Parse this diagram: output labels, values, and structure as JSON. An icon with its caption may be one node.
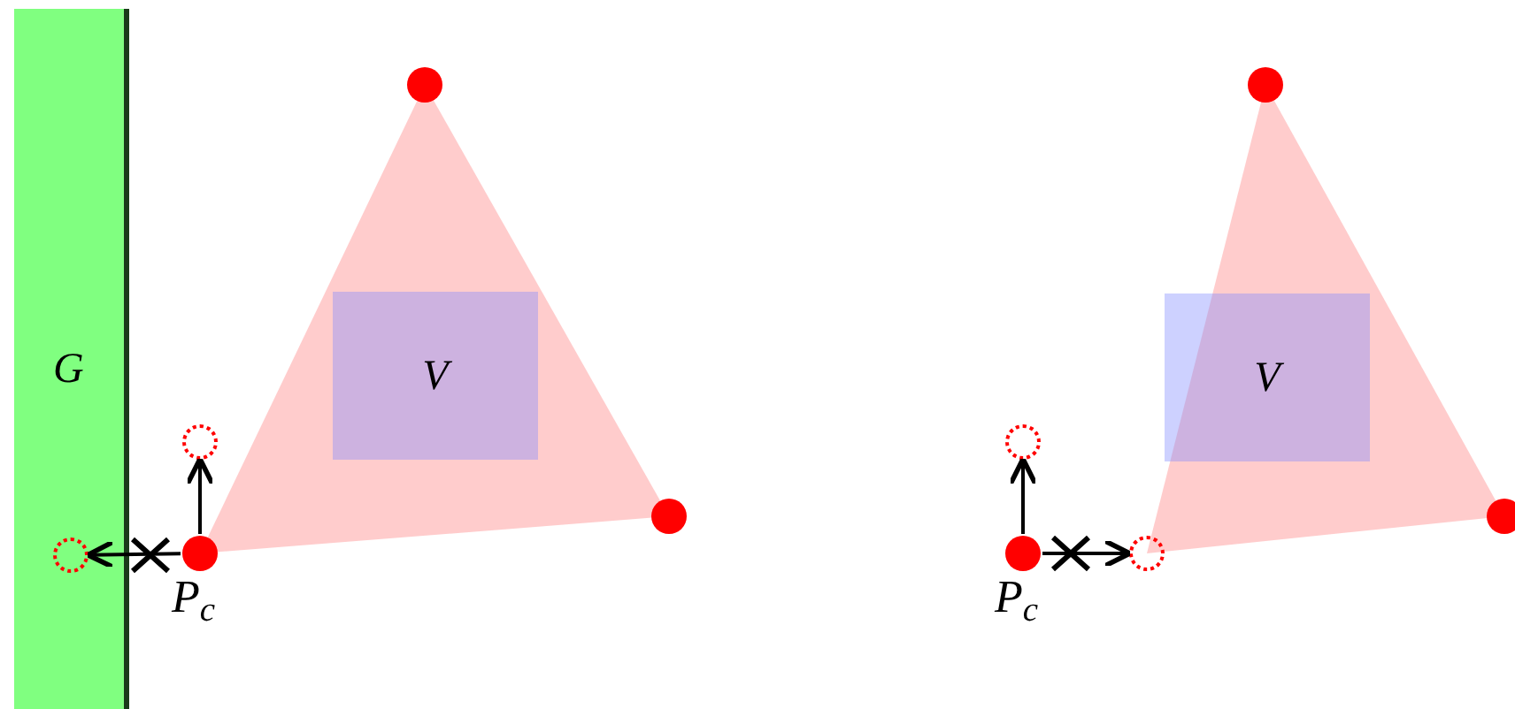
{
  "diagram": {
    "nodes": [
      {
        "text": [
          "G"
        ]
      },
      {
        "text": [
          "V"
        ]
      },
      {
        "text": [],
        "shape": "circle",
        "beside": [
          "P$_{c}$"
        ]
      },
      {
        "text": [],
        "shape": "circle"
      },
      {
        "text": [],
        "shape": "circle",
        "in": 0
      },
      {
        "text": [
          "V"
        ]
      },
      {
        "text": [],
        "shape": "circle",
        "beside": [
          "P$_{c}$"
        ]
      },
      {
        "text": [],
        "shape": "circle"
      },
      {
        "text": [],
        "shape": "circle"
      }
    ],
    "edges": [
      {
        "from": 2,
        "to": 3,
        "arrow": "to"
      },
      {
        "from": 2,
        "to": 4,
        "arrow": "to"
      },
      {
        "from": 6,
        "to": 7,
        "arrow": "to"
      },
      {
        "from": 6,
        "to": 8,
        "arrow": "to"
      }
    ]
  }
}
